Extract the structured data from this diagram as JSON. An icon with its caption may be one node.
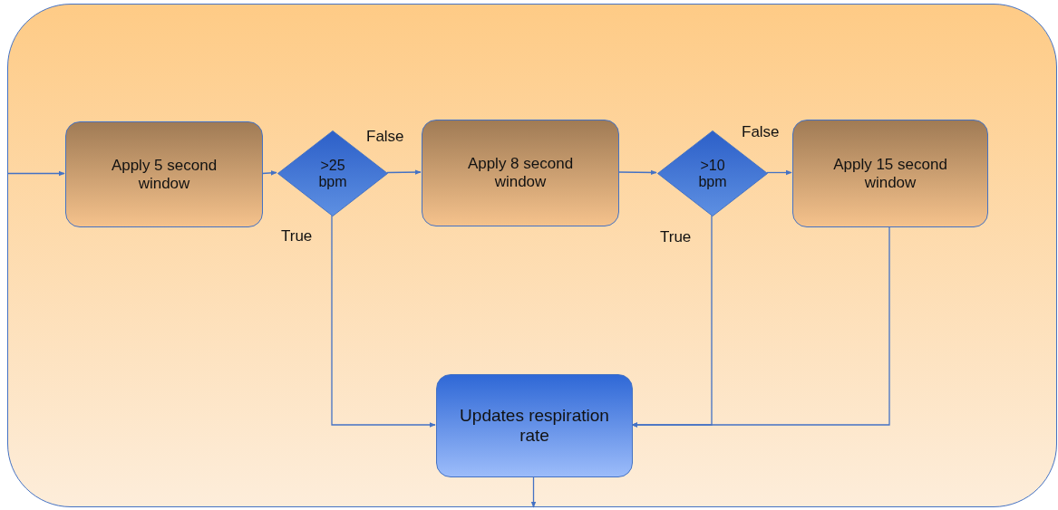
{
  "diagram": {
    "nodes": [
      {
        "text": [],
        "shape": "box"
      },
      {
        "text": [
          "Apply 5 second window"
        ],
        "in": 0
      },
      {
        "text": [
          ">25 bpm"
        ],
        "in": 0
      },
      {
        "text": [
          "Apply 8 second window"
        ],
        "in": 0
      },
      {
        "text": [
          ">10 bpm"
        ],
        "in": 0
      },
      {
        "text": [
          "Apply 15 second window"
        ],
        "in": 0
      },
      {
        "text": [
          "Updates respiration rate"
        ],
        "in": 0
      }
    ],
    "edges": [
      {
        "from": null,
        "to": 1,
        "arrow": "to"
      },
      {
        "from": 1,
        "to": 2,
        "arrow": "to"
      },
      {
        "from": 2,
        "to": 3,
        "arrow": "to",
        "label": "False"
      },
      {
        "from": 3,
        "to": 4,
        "arrow": "to"
      },
      {
        "from": 4,
        "to": 5,
        "arrow": "to",
        "label": "False"
      },
      {
        "from": 2,
        "to": 6,
        "arrow": "to",
        "label": "True"
      },
      {
        "from": 4,
        "to": 6,
        "arrow": "to",
        "label": "True"
      },
      {
        "from": 5,
        "to": 6,
        "arrow": "to"
      },
      {
        "from": 6,
        "to": null,
        "arrow": "to"
      }
    ]
  }
}
